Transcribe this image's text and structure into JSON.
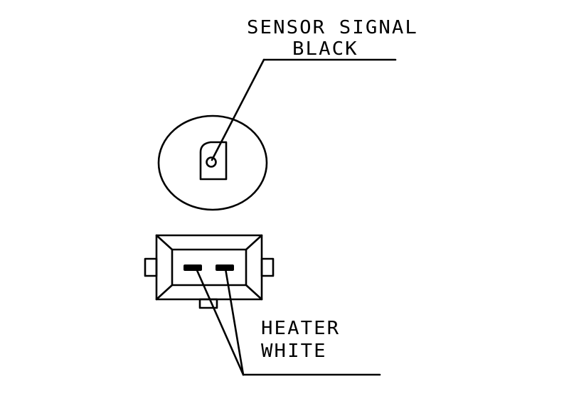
{
  "labels": {
    "sensor_signal": "SENSOR SIGNAL",
    "black": "BLACK",
    "heater": "HEATER",
    "white": "WHITE"
  },
  "colors": {
    "ink": "#000000",
    "background": "#ffffff"
  }
}
